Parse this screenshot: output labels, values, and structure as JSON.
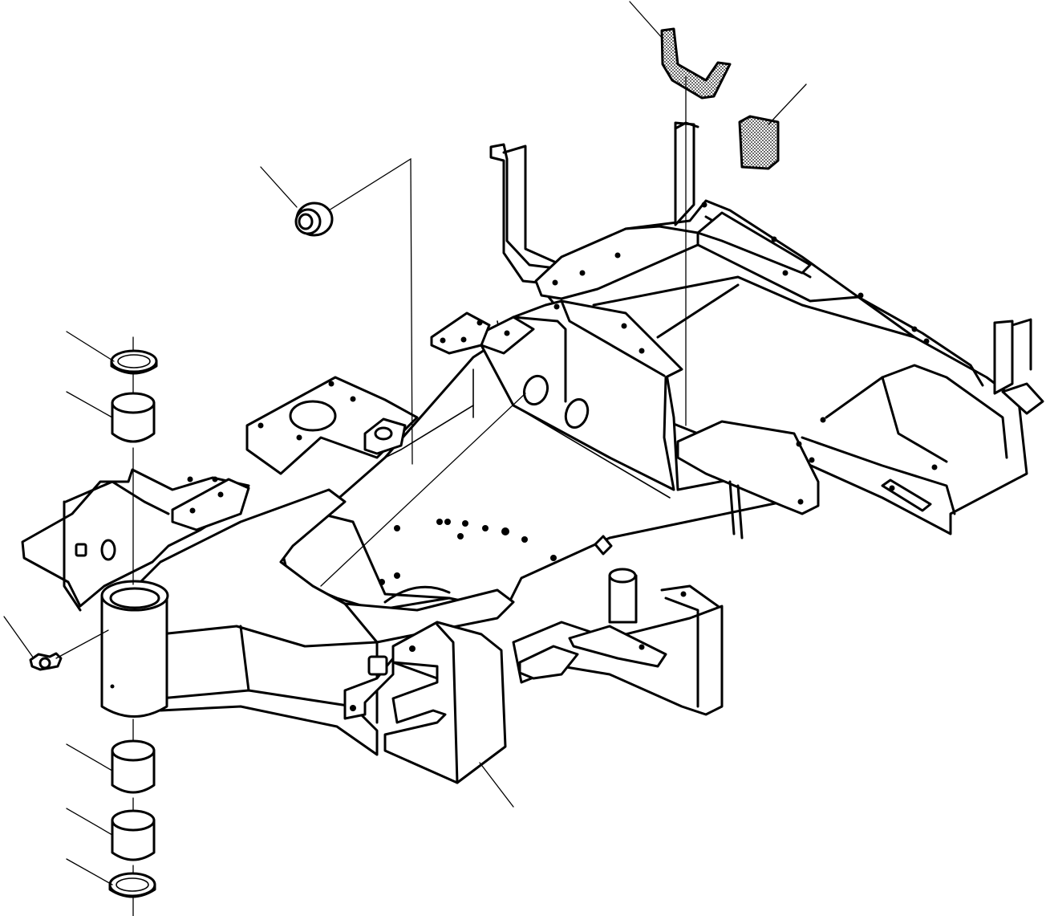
{
  "diagram": {
    "kind": "exploded parts view",
    "fill_color": "#ffffff",
    "line_color": "#000000",
    "parts": [
      {
        "name": "hose-clamp"
      },
      {
        "name": "rubber-pad"
      },
      {
        "name": "grommet"
      },
      {
        "name": "thrust-washer-upper"
      },
      {
        "name": "bushing-upper"
      },
      {
        "name": "grease-fitting"
      },
      {
        "name": "bushing-lower"
      },
      {
        "name": "bushing-bottom"
      },
      {
        "name": "thrust-washer-lower"
      },
      {
        "name": "track-frame-guard"
      },
      {
        "name": "main-frame"
      }
    ]
  }
}
